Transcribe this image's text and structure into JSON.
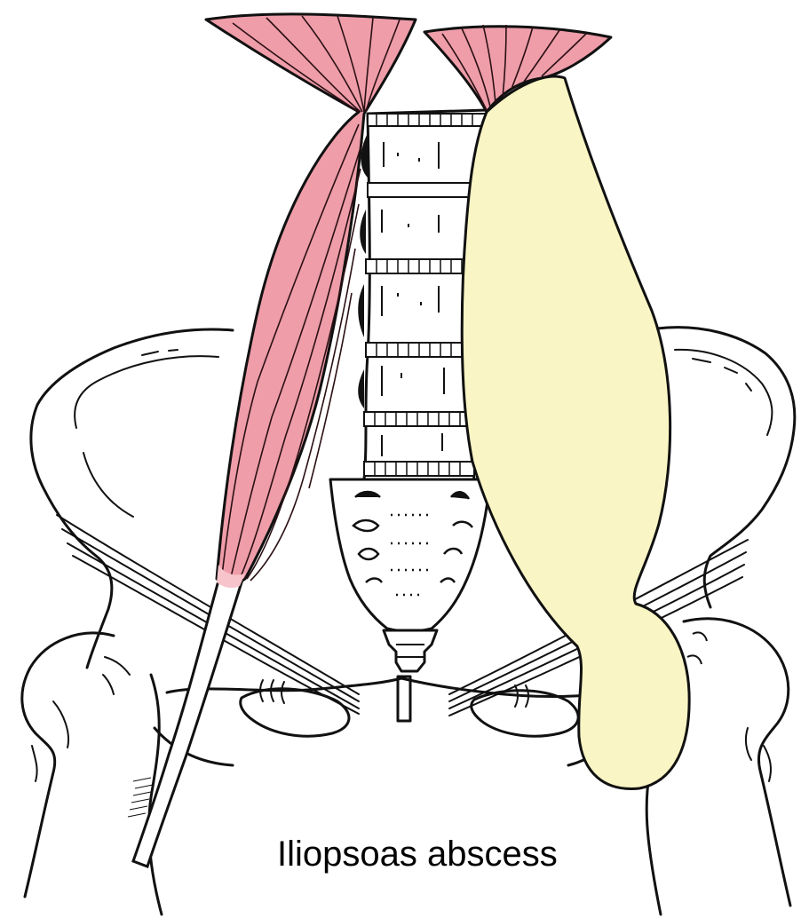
{
  "caption": "Iliopsoas abscess",
  "colors": {
    "muscle": "#ee9da9",
    "muscle_stripe": "#2b1014",
    "abscess": "#f9f5c4",
    "bone_outline": "#111111",
    "background": "#ffffff",
    "caption": "#000000"
  },
  "figure": {
    "subject": "anterior view of lumbar spine, sacrum and pelvis",
    "left_structure": "psoas-muscle",
    "right_structure": "psoas-abscess"
  }
}
